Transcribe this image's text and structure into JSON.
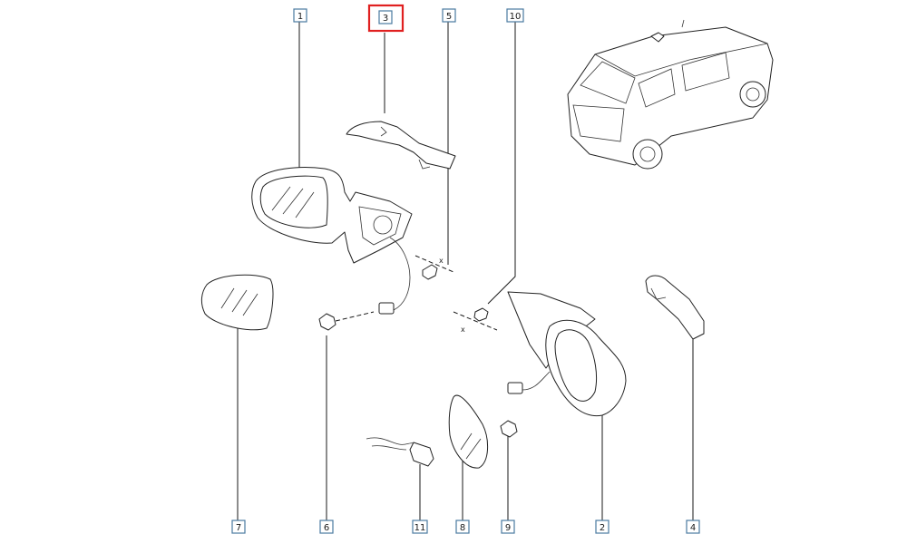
{
  "diagram": {
    "callouts": [
      {
        "id": "1",
        "label": "1",
        "highlighted": false
      },
      {
        "id": "3",
        "label": "3",
        "highlighted": true
      },
      {
        "id": "5",
        "label": "5",
        "highlighted": false
      },
      {
        "id": "10",
        "label": "10",
        "highlighted": false
      },
      {
        "id": "7",
        "label": "7",
        "highlighted": false
      },
      {
        "id": "6",
        "label": "6",
        "highlighted": false
      },
      {
        "id": "11",
        "label": "11",
        "highlighted": false
      },
      {
        "id": "8",
        "label": "8",
        "highlighted": false
      },
      {
        "id": "9",
        "label": "9",
        "highlighted": false
      },
      {
        "id": "2",
        "label": "2",
        "highlighted": false
      },
      {
        "id": "4",
        "label": "4",
        "highlighted": false
      }
    ],
    "screw_marks": {
      "left": "x",
      "right": "x"
    },
    "colors": {
      "callout_border": "#4a7aa0",
      "highlight": "#e02020",
      "line": "#1a1a1a"
    }
  }
}
